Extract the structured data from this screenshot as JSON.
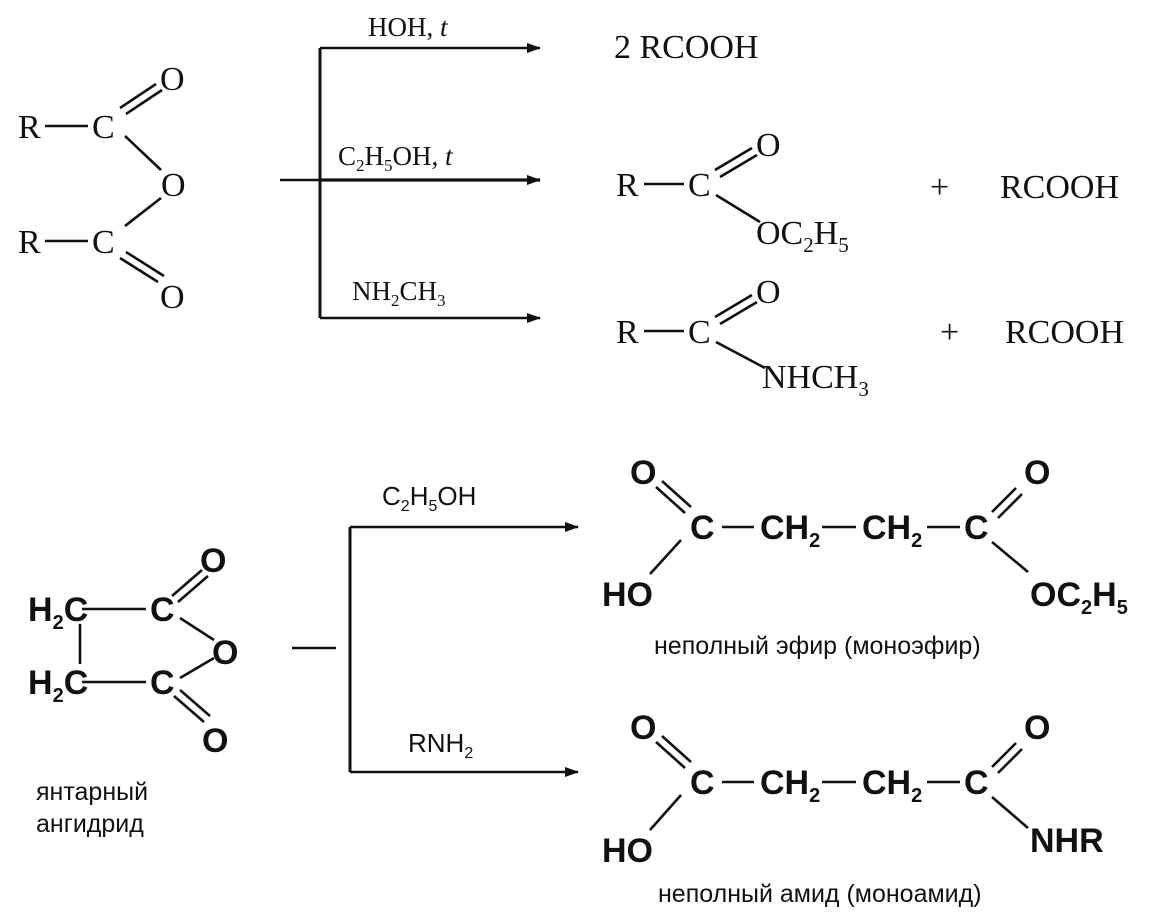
{
  "colors": {
    "ink": "#111111",
    "background": "#ffffff"
  },
  "scheme1": {
    "reactant": {
      "r_top": "R",
      "r_bottom": "R",
      "c": "C",
      "o": "O"
    },
    "reagent_water": {
      "main": "HOH, ",
      "cond": "t"
    },
    "reagent_ethanol": {
      "c": "C",
      "c_sub": "2",
      "h": "H",
      "h_sub": "5",
      "oh": "OH, ",
      "cond": "t"
    },
    "reagent_methylamine": {
      "nh": "NH",
      "nh_sub": "2",
      "ch": "CH",
      "ch_sub": "3"
    },
    "product_acid": "2 RCOOH",
    "ester": {
      "r": "R",
      "c": "C",
      "o": "O",
      "oc": "OC",
      "sub2": "2",
      "h": "H",
      "sub5": "5"
    },
    "amide": {
      "r": "R",
      "c": "C",
      "o": "O",
      "nhch": "NHCH",
      "sub3": "3"
    },
    "plus": "+",
    "byproduct": "RCOOH"
  },
  "scheme2": {
    "anhydride": {
      "h": "H",
      "sub2": "2",
      "c": "C",
      "o": "O"
    },
    "anhydride_name_line1": "янтарный",
    "anhydride_name_line2": "ангидрид",
    "reagent_ethanol": {
      "c": "C",
      "c_sub": "2",
      "h": "H",
      "h_sub": "5",
      "oh": "OH"
    },
    "reagent_amine": {
      "rnh": "RNH",
      "sub": "2"
    },
    "monoester": {
      "o": "O",
      "c": "C",
      "ch": "CH",
      "sub2": "2",
      "ho": "HO",
      "oc": "OC",
      "h": "H",
      "sub5": "5",
      "label": "неполный эфир (моноэфир)"
    },
    "monoamide": {
      "o": "O",
      "c": "C",
      "ch": "CH",
      "sub2": "2",
      "ho": "HO",
      "nhr": "NHR",
      "label": "неполный амид (моноамид)"
    }
  }
}
